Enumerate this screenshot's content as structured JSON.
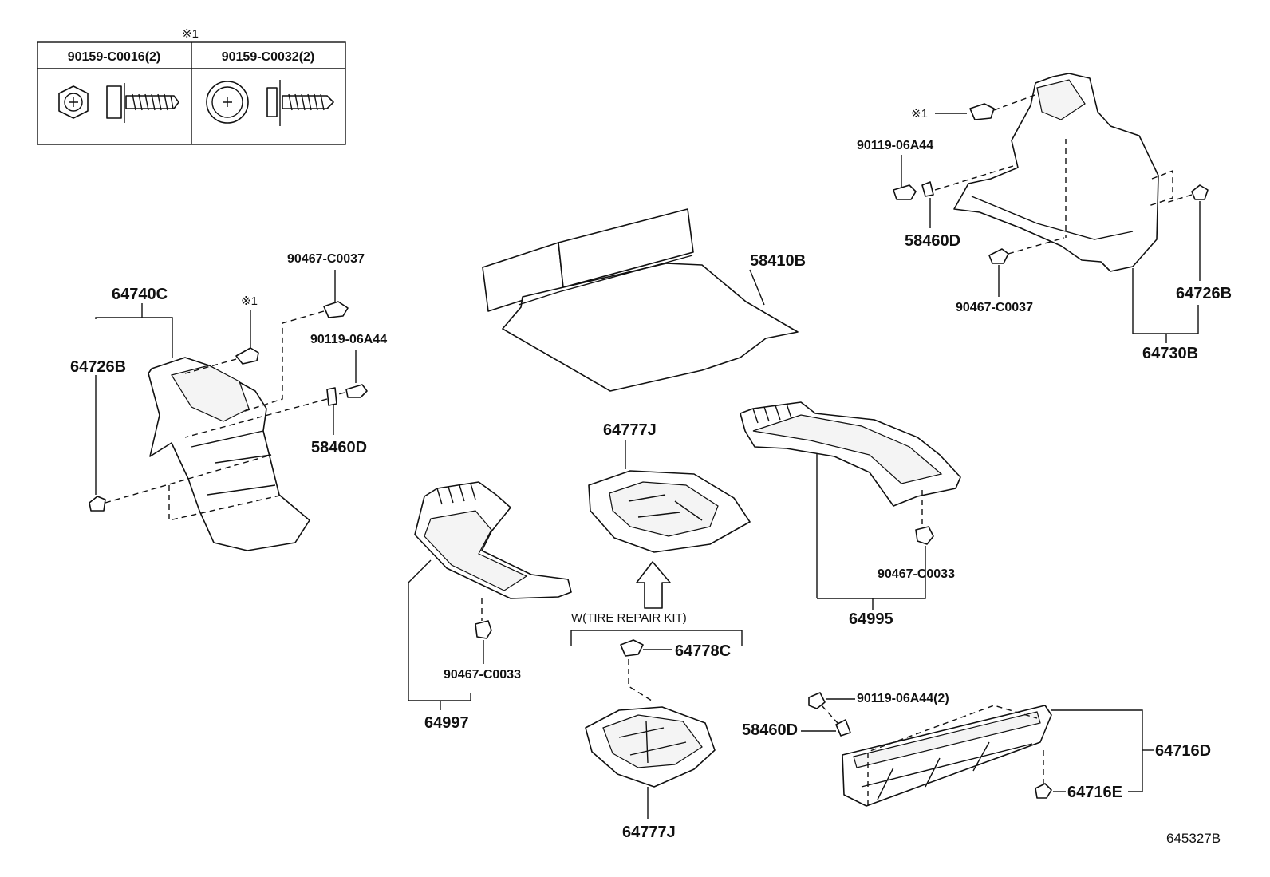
{
  "legend_table": {
    "note_mark": "※1",
    "col1_label": "90159-C0016(2)",
    "col2_label": "90159-C0032(2)"
  },
  "labels": {
    "p58410B": "58410B",
    "p64740C": "64740C",
    "p64726B_left": "64726B",
    "p90467_C0037_left": "90467-C0037",
    "note_left": "※1",
    "p90119_06A44_left": "90119-06A44",
    "p58460D_left": "58460D",
    "note_right": "※1",
    "p90119_06A44_right": "90119-06A44",
    "p58460D_right": "58460D",
    "p90467_C0037_right": "90467-C0037",
    "p64726B_right": "64726B",
    "p64730B": "64730B",
    "p64777J_top": "64777J",
    "p64995": "64995",
    "p90467_C0033_right": "90467-C0033",
    "p64997": "64997",
    "p90467_C0033_left": "90467-C0033",
    "tire_repair_kit": "W(TIRE REPAIR KIT)",
    "p64778C": "64778C",
    "p64777J_bottom": "64777J",
    "p90119_06A44_2": "90119-06A44(2)",
    "p58460D_bottom": "58460D",
    "p64716D": "64716D",
    "p64716E": "64716E",
    "diagram_ref": "645327B"
  }
}
